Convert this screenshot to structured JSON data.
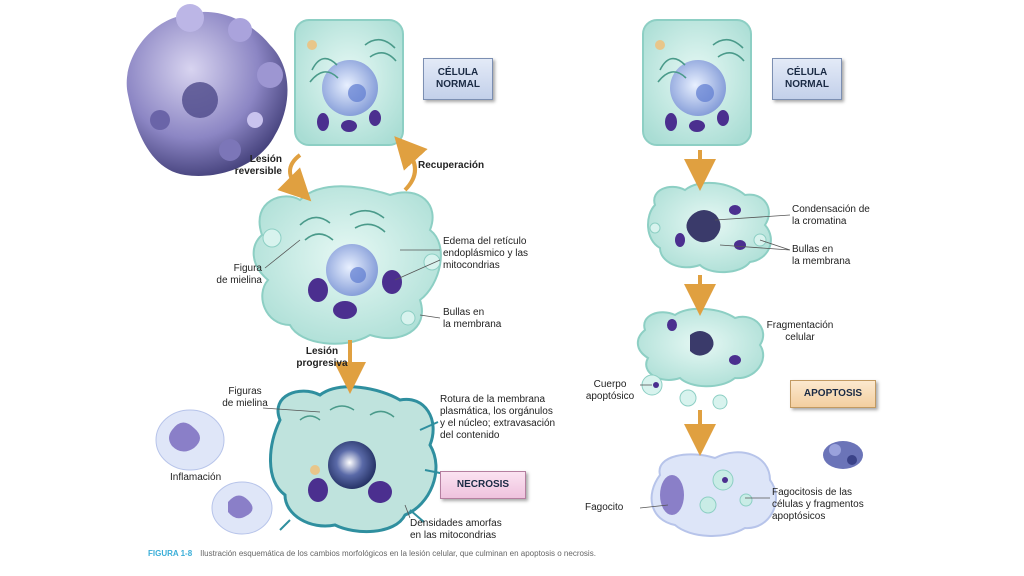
{
  "labels": {
    "normal_left": "CÉLULA\nNORMAL",
    "normal_right": "CÉLULA\nNORMAL",
    "lesion_reversible": "Lesión\nreversible",
    "recuperacion": "Recuperación",
    "edema": "Edema del retículo\nendoplásmico y las\nmitocondrias",
    "figura_mielina": "Figura\nde mielina",
    "bullas_left": "Bullas en\nla membrana",
    "lesion_progresiva": "Lesión\nprogresiva",
    "figuras_mielina": "Figuras\nde mielina",
    "rotura": "Rotura de la membrana\nplasmática, los orgánulos\ny el núcleo; extravasación\ndel contenido",
    "inflamacion": "Inflamación",
    "necrosis": "NECROSIS",
    "densidades": "Densidades amorfas\nen las mitocondrias",
    "condensacion": "Condensación de\nla cromatina",
    "bullas_right": "Bullas en\nla membrana",
    "fragmentacion": "Fragmentación\ncelular",
    "cuerpo_apoptosico": "Cuerpo\napoptósico",
    "apoptosis": "APOPTOSIS",
    "fagocito": "Fagocito",
    "fagocitosis": "Fagocitosis de las\ncélulas y fragmentos\napoptósicos"
  },
  "caption": {
    "figure": "FIGURA 1-8",
    "text": "Ilustración esquemática de los cambios morfológicos en la lesión celular, que culminan en apoptosis o necrosis."
  },
  "colors": {
    "cell_fill": "#c9ece6",
    "cell_stroke": "#8dcfc4",
    "nucleus": "#9fb6e3",
    "mitochondria": "#4b2f8f",
    "arrow": "#e0a040",
    "necrosis_box": "#f4cde4",
    "apoptosis_box": "#f6d9ae",
    "normal_box": "#cfdaf0"
  }
}
